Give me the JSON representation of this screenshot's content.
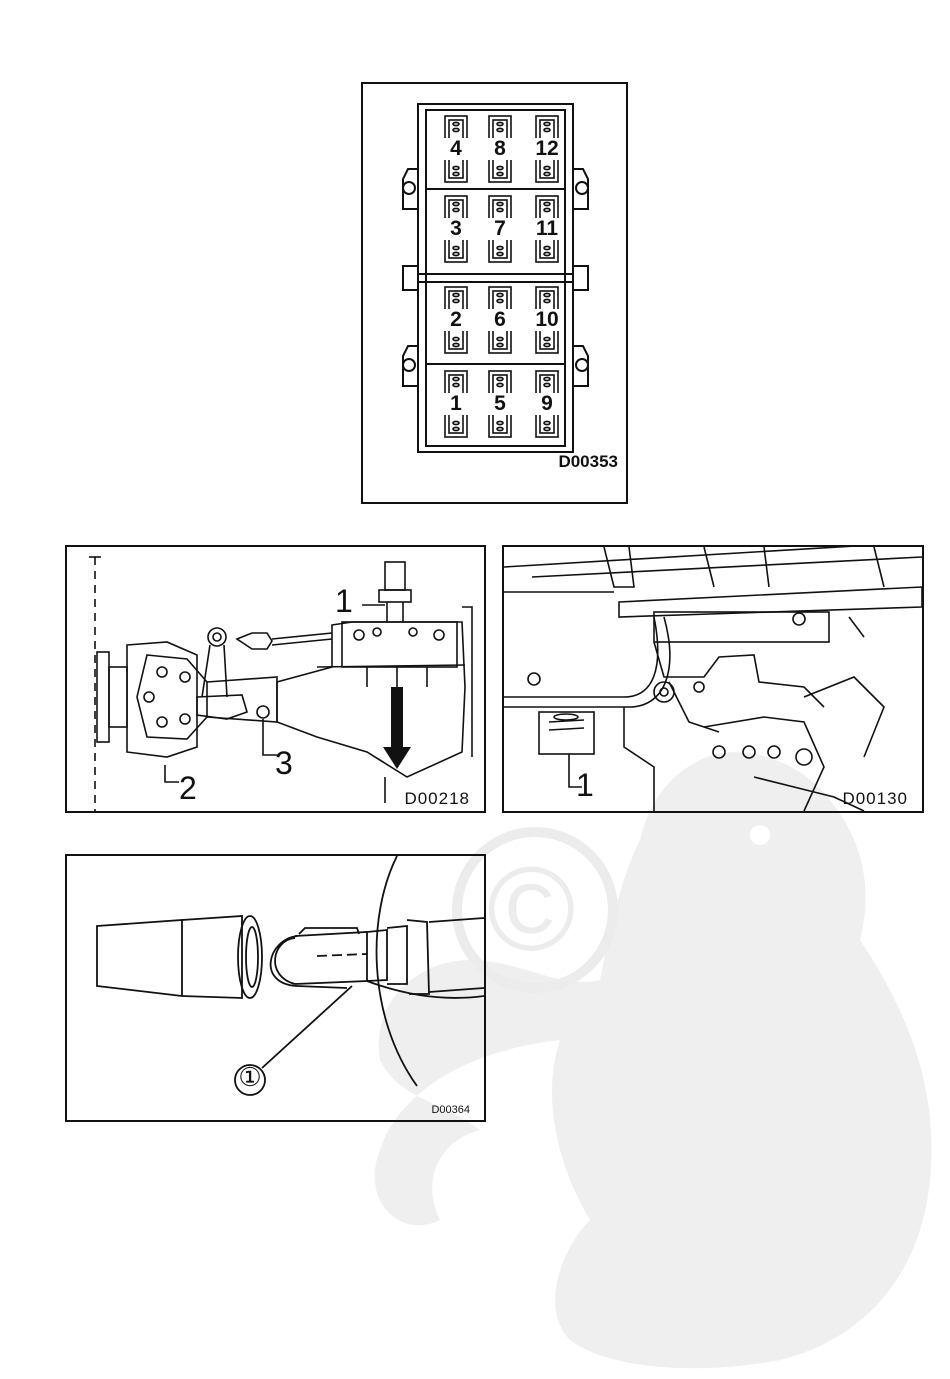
{
  "watermark": {
    "symbol": "©",
    "color": "#efefef"
  },
  "figures": [
    {
      "id": "fuse-box",
      "code": "D00353",
      "fuses": [
        {
          "label": "4"
        },
        {
          "label": "8"
        },
        {
          "label": "12"
        },
        {
          "label": "3"
        },
        {
          "label": "7"
        },
        {
          "label": "11"
        },
        {
          "label": "2"
        },
        {
          "label": "6"
        },
        {
          "label": "10"
        },
        {
          "label": "1"
        },
        {
          "label": "5"
        },
        {
          "label": "9"
        }
      ]
    },
    {
      "id": "gearbox",
      "code": "D00218",
      "callouts": [
        "1",
        "2",
        "3"
      ]
    },
    {
      "id": "plate",
      "code": "D00130",
      "callouts": [
        "1"
      ]
    },
    {
      "id": "connector",
      "code": "D00364",
      "callouts": [
        "①"
      ]
    }
  ]
}
